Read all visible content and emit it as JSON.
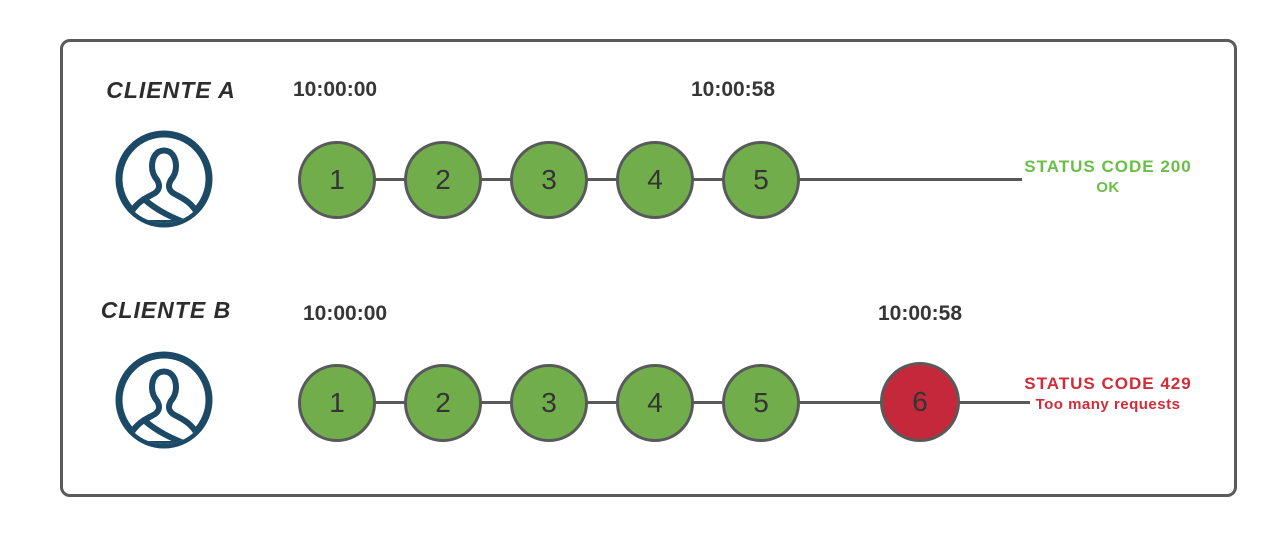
{
  "colors": {
    "panel_border": "#5a5a5a",
    "timeline": "#595959",
    "circle_border": "#58595b",
    "success_fill": "#71AE4B",
    "error_fill": "#C5283A",
    "success_text": "#6BBE45",
    "error_text": "#D32B38",
    "avatar_stroke": "#1C4966",
    "number_text": "#343434",
    "timestamp_text": "#363636",
    "client_text": "#2d2d2d"
  },
  "rows": [
    {
      "client": "CLIENTE A",
      "time_start": "10:00:00",
      "time_end": "10:00:58",
      "requests": [
        "1",
        "2",
        "3",
        "4",
        "5"
      ],
      "status_line1": "STATUS CODE 200",
      "status_line2": "OK"
    },
    {
      "client": "CLIENTE B",
      "time_start": "10:00:00",
      "time_end": "10:00:58",
      "requests": [
        "1",
        "2",
        "3",
        "4",
        "5",
        "6"
      ],
      "status_line1": "STATUS CODE 429",
      "status_line2": "Too many requests"
    }
  ]
}
